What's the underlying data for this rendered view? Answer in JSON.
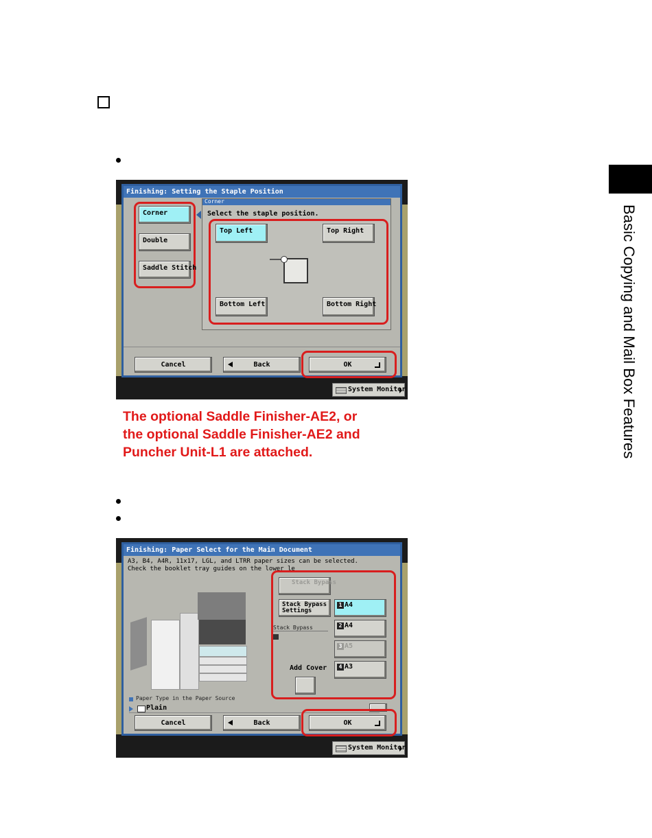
{
  "side_label": "Basic Copying and Mail Box Features",
  "screen1": {
    "title": "Finishing: Setting the Staple Position",
    "mode_buttons": [
      "Corner",
      "Double",
      "Saddle Stitch"
    ],
    "group_label": "Corner",
    "instruction": "Select the staple position.",
    "positions": {
      "top_left": "Top Left",
      "top_right": "Top Right",
      "bottom_left": "Bottom Left",
      "bottom_right": "Bottom Right"
    },
    "cancel": "Cancel",
    "back": "Back",
    "ok": "OK",
    "system_monitor": "System Monitor"
  },
  "caption": [
    "The optional Saddle Finisher-AE2, or",
    "the optional Saddle Finisher-AE2 and",
    "Puncher Unit-L1 are attached."
  ],
  "screen2": {
    "title": "Finishing: Paper Select for the Main Document",
    "info_line1": "A3, B4, A4R, 11x17, LGL, and LTRR paper sizes can be selected.",
    "info_line2": "Check the booklet tray guides on the lower le",
    "stack_bypass": "Stack Bypass",
    "stack_bypass_settings_1": "Stack Bypass",
    "stack_bypass_settings_2": "Settings",
    "stack_bypass_label": "Stack Bypass",
    "trays": [
      {
        "num": "1",
        "size": "A4"
      },
      {
        "num": "2",
        "size": "A4"
      },
      {
        "num": "3",
        "size": "A5"
      },
      {
        "num": "4",
        "size": "A3"
      }
    ],
    "add_cover": "Add Cover",
    "paper_type_label": "Paper Type in the Paper Source",
    "paper_type_value": "Plain",
    "cancel": "Cancel",
    "back": "Back",
    "ok": "OK",
    "system_monitor": "System Monitor"
  }
}
